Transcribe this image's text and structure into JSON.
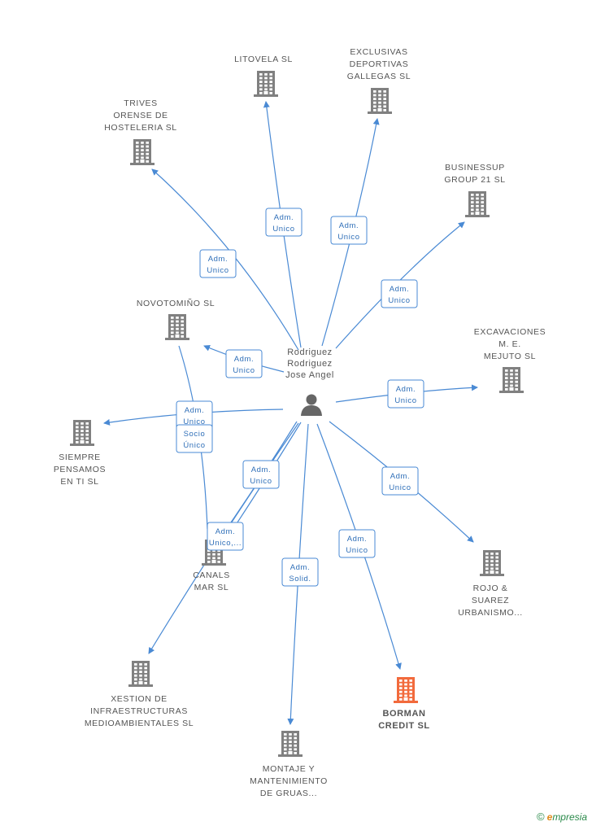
{
  "colors": {
    "edge": "#4a8ad4",
    "company": "#808080",
    "highlight": "#f26a3c",
    "person": "#666666",
    "label_box_border": "#4a8ad4",
    "label_text": "#2f6fb8"
  },
  "person": {
    "lines": [
      "Rodriguez",
      "Rodriguez",
      "Jose Angel"
    ],
    "icon": "person-icon"
  },
  "companies": [
    {
      "id": "litovela",
      "lines": [
        "LITOVELA SL"
      ],
      "icon": "building-icon",
      "highlight": false
    },
    {
      "id": "exclusivas",
      "lines": [
        "EXCLUSIVAS",
        "DEPORTIVAS",
        "GALLEGAS SL"
      ],
      "icon": "building-icon",
      "highlight": false
    },
    {
      "id": "trives",
      "lines": [
        "TRIVES",
        "ORENSE DE",
        "HOSTELERIA SL"
      ],
      "icon": "building-icon",
      "highlight": false
    },
    {
      "id": "businessup",
      "lines": [
        "BUSINESSUP",
        "GROUP 21 SL"
      ],
      "icon": "building-icon",
      "highlight": false
    },
    {
      "id": "novotomino",
      "lines": [
        "NOVOTOMIÑO SL"
      ],
      "icon": "building-icon",
      "highlight": false
    },
    {
      "id": "excavaciones",
      "lines": [
        "EXCAVACIONES",
        "M.  E.",
        "MEJUTO SL"
      ],
      "icon": "building-icon",
      "highlight": false
    },
    {
      "id": "siempre",
      "lines": [
        "SIEMPRE",
        "PENSAMOS",
        "EN TI SL"
      ],
      "icon": "building-icon",
      "highlight": false
    },
    {
      "id": "canals",
      "lines": [
        "CANALS",
        "MAR SL"
      ],
      "icon": "building-icon",
      "highlight": false
    },
    {
      "id": "rojo",
      "lines": [
        "ROJO &",
        "SUAREZ",
        "URBANISMO..."
      ],
      "icon": "building-icon",
      "highlight": false
    },
    {
      "id": "xestion",
      "lines": [
        "XESTION DE",
        "INFRAESTRUCTURAS",
        "MEDIOAMBIENTALES SL"
      ],
      "icon": "building-icon",
      "highlight": false
    },
    {
      "id": "borman",
      "lines": [
        "BORMAN",
        "CREDIT SL"
      ],
      "icon": "building-icon",
      "highlight": true
    },
    {
      "id": "montaje",
      "lines": [
        "MONTAJE Y",
        "MANTENIMIENTO",
        "DE GRUAS..."
      ],
      "icon": "building-icon",
      "highlight": false
    }
  ],
  "relations": [
    {
      "target": "litovela",
      "lines": [
        "Adm.",
        "Unico"
      ]
    },
    {
      "target": "exclusivas",
      "lines": [
        "Adm.",
        "Unico"
      ]
    },
    {
      "target": "trives",
      "lines": [
        "Adm.",
        "Unico"
      ]
    },
    {
      "target": "businessup",
      "lines": [
        "Adm.",
        "Unico"
      ]
    },
    {
      "target": "novotomino",
      "lines": [
        "Adm.",
        "Unico"
      ]
    },
    {
      "target": "excavaciones",
      "lines": [
        "Adm.",
        "Unico"
      ]
    },
    {
      "target": "siempre",
      "lines": [
        "Adm.",
        "Unico"
      ]
    },
    {
      "target": "siempre_socio",
      "lines": [
        "Socio",
        "Único"
      ]
    },
    {
      "target": "canals_a",
      "lines": [
        "Adm.",
        "Unico"
      ]
    },
    {
      "target": "canals_b",
      "lines": [
        "Adm.",
        "Unico,..."
      ]
    },
    {
      "target": "rojo",
      "lines": [
        "Adm.",
        "Unico"
      ]
    },
    {
      "target": "montaje",
      "lines": [
        "Adm.",
        "Solid."
      ]
    },
    {
      "target": "borman",
      "lines": [
        "Adm.",
        "Unico"
      ]
    }
  ],
  "footer": {
    "copyright": "©",
    "brand_initial": "e",
    "brand_rest": "mpresia"
  }
}
